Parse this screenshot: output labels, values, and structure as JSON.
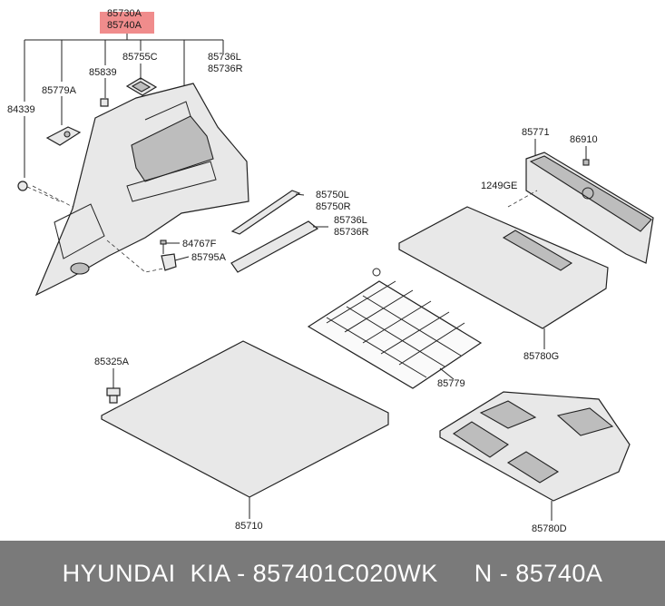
{
  "diagram": {
    "highlight_color": "#f08c8c",
    "labels": {
      "p85730A": "85730A",
      "p85740A": "85740A",
      "p85755C": "85755C",
      "p85736L": "85736L",
      "p85736R": "85736R",
      "p85839": "85839",
      "p85779A": "85779A",
      "p84339": "84339",
      "p85750L": "85750L",
      "p85750R": "85750R",
      "p85736L_2": "85736L",
      "p85736R_2": "85736R",
      "p84767F": "84767F",
      "p85795A": "85795A",
      "p85771": "85771",
      "p86910": "86910",
      "p1249GE": "1249GE",
      "p85780G": "85780G",
      "p85779": "85779",
      "p85325A": "85325A",
      "p85710": "85710",
      "p85780D": "85780D"
    }
  },
  "footer": {
    "text": "HYUNDAI  KIA - 857401C020WK     N - 85740A",
    "background": "#7a7a7a"
  }
}
